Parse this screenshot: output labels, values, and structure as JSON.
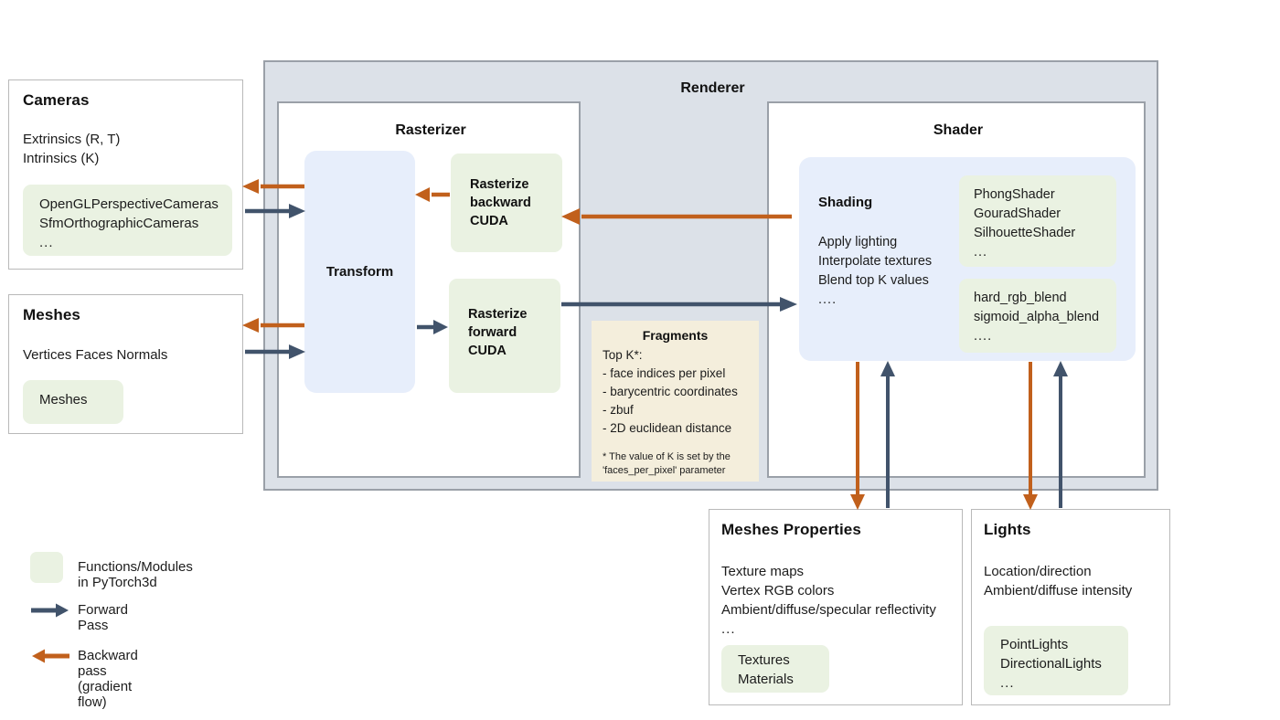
{
  "colors": {
    "forward_arrow": "#41536b",
    "backward_arrow": "#c1601c",
    "module_chip": "#eaf2e2",
    "transform_chip": "#e7eefb",
    "renderer_bg": "#dce1e8",
    "fragments_bg": "#f4eedc",
    "panel_border": "#9aa0a8"
  },
  "cameras": {
    "title": "Cameras",
    "lines": [
      "Extrinsics (R, T)",
      "Intrinsics (K)"
    ],
    "modules": [
      "OpenGLPerspectiveCameras",
      "SfmOrthographicCameras",
      "..."
    ]
  },
  "meshes": {
    "title": "Meshes",
    "lines": [
      "Vertices   Faces   Normals"
    ],
    "modules": [
      "Meshes"
    ]
  },
  "renderer": {
    "title": "Renderer"
  },
  "rasterizer": {
    "title": "Rasterizer",
    "transform_label": "Transform",
    "backward_label": "Rasterize\nbackward\nCUDA",
    "backward_label_lines": [
      "Rasterize",
      "backward",
      "CUDA"
    ],
    "forward_label_lines": [
      "Rasterize",
      "forward",
      "CUDA"
    ]
  },
  "fragments": {
    "title": "Fragments",
    "intro": "Top K*:",
    "items": [
      "- face indices per pixel",
      "- barycentric coordinates",
      "- zbuf",
      "- 2D euclidean distance"
    ],
    "note_line1": "* The value of K is set by the",
    "note_line2": "'faces_per_pixel' parameter"
  },
  "shader": {
    "title": "Shader",
    "shading_title": "Shading",
    "shading_lines": [
      "Apply lighting",
      "Interpolate textures",
      "Blend top K values",
      "...."
    ],
    "shader_modules": [
      "PhongShader",
      "GouradShader",
      "SilhouetteShader",
      "..."
    ],
    "blend_modules": [
      "hard_rgb_blend",
      "sigmoid_alpha_blend",
      "...."
    ]
  },
  "meshes_properties": {
    "title": "Meshes Properties",
    "lines": [
      "Texture maps",
      "Vertex RGB colors",
      "Ambient/diffuse/specular reflectivity",
      "..."
    ],
    "modules": [
      "Textures",
      "Materials"
    ]
  },
  "lights": {
    "title": "Lights",
    "lines": [
      "Location/direction",
      "Ambient/diffuse intensity"
    ],
    "modules": [
      "PointLights",
      "DirectionalLights",
      "..."
    ]
  },
  "legend": {
    "items": [
      {
        "kind": "swatch",
        "label": "Functions/Modules in PyTorch3d"
      },
      {
        "kind": "forward-arrow",
        "label": "Forward Pass"
      },
      {
        "kind": "backward-arrow",
        "label": "Backward pass (gradient flow)"
      }
    ]
  }
}
